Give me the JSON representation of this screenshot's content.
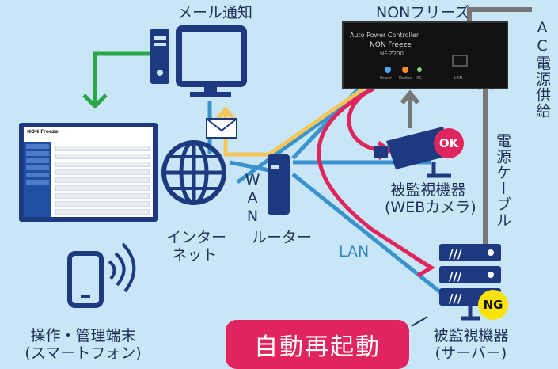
{
  "labels": {
    "mail_notice": "メール通知",
    "product_name": "NONフリーズ",
    "ac_supply": "AC電源供給",
    "power_cable": "電源ケーブル",
    "camera_line1": "被監視機器",
    "camera_line2": "(WEBカメラ)",
    "internet_line1": "インター",
    "internet_line2": "ネット",
    "router": "ルーター",
    "wan": "WAN",
    "lan": "LAN",
    "terminal_line1": "操作・管理端末",
    "terminal_line2": "(スマートフォン)",
    "server_line1": "被監視機器",
    "server_line2": "(サーバー)",
    "restart": "自動再起動",
    "ok": "OK",
    "ng": "NG"
  },
  "device": {
    "line1": "Auto Power Controller",
    "line2": "NON Freeze",
    "model": "NF-Z200",
    "led_power": "Power",
    "led_status": "Status",
    "led_ac": "AC",
    "port_lan": "LAN"
  },
  "screen": {
    "title": "NON Freeze"
  },
  "colors": {
    "background": "#c9e6f6",
    "navy": "#1d3a80",
    "lan_blue": "#3a93cc",
    "wan_yellow": "#f6c65a",
    "alert_red": "#e0245e",
    "green": "#2aa54a",
    "power_gray": "#777777"
  }
}
